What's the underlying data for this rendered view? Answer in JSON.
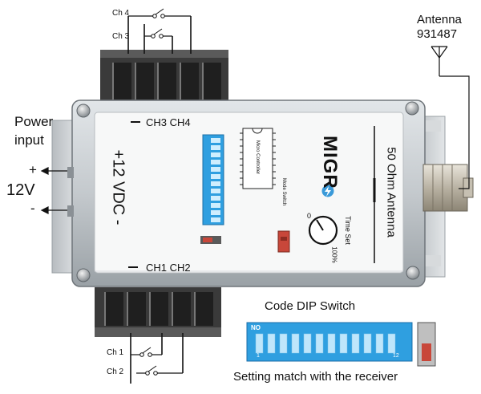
{
  "labels": {
    "ch4_top": "Ch 4",
    "ch3_top": "Ch 3",
    "ch1_bottom": "Ch 1",
    "ch2_bottom": "Ch 2",
    "antenna_title": "Antenna",
    "antenna_code": "931487",
    "power_input_line1": "Power",
    "power_input_line2": "input",
    "plus": "+",
    "minus": "-",
    "voltage": "12V",
    "board_voltage": "+12 VDC -",
    "ch3_ch4": "CH3 CH4",
    "ch1_ch2": "CH1 CH2",
    "micro_controller": "Micro Controller",
    "brand": "MIGR",
    "mode_switch": "Mode Switch",
    "time_set": "Time Set",
    "dial_zero": "0",
    "dial_full": "100%",
    "antenna_ohm": "50 Ohm Antenna",
    "code_dip_switch": "Code DIP Switch",
    "dip_no": "NO",
    "dip_first": "1",
    "dip_last": "12",
    "setting_match": "Setting match with the receiver"
  },
  "colors": {
    "housing": "#c9ced2",
    "housing_dark": "#8d949a",
    "faceplate": "#f7f8f8",
    "terminal": "#2b2b2b",
    "dip_blue": "#2f9fe0",
    "dip_blue_light": "#8fd0f5",
    "toggle_red": "#c8473a",
    "logo_blue": "#3a9ad9"
  },
  "icons": [
    "switch-icon",
    "antenna-icon",
    "arrow-left-icon",
    "screw-icon",
    "bolt-icon",
    "knob-icon"
  ]
}
